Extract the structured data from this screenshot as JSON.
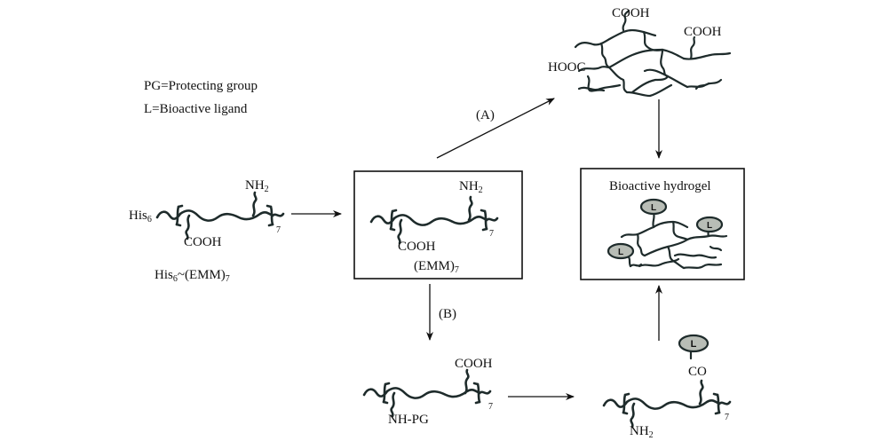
{
  "legend": {
    "pg": "PG=Protecting group",
    "l": "L=Bioactive ligand"
  },
  "start_polymer": {
    "prefix": "His",
    "prefix_sub": "6",
    "top_group": "NH",
    "top_group_sub": "2",
    "bottom_group": "COOH",
    "repeat": "7",
    "name": "His",
    "name_sub": "6",
    "name_rest": "~(EMM)",
    "name_rest_sub": "7"
  },
  "center_polymer": {
    "top_group": "NH",
    "top_group_sub": "2",
    "bottom_group": "COOH",
    "repeat": "7",
    "name": "(EMM)",
    "name_sub": "7"
  },
  "route_a": {
    "label": "(A)",
    "network_groups": [
      "COOH",
      "COOH",
      "HOOC"
    ]
  },
  "route_b": {
    "label": "(B)",
    "protected_polymer": {
      "top_group": "COOH",
      "bottom_group": "NH-PG",
      "repeat": "7"
    },
    "ligand_polymer": {
      "ligand": "L",
      "linker": "CO",
      "bottom_group": "NH",
      "bottom_group_sub": "2",
      "repeat": "7"
    }
  },
  "product": {
    "title": "Bioactive hydrogel",
    "ligands": [
      "L",
      "L",
      "L"
    ]
  }
}
